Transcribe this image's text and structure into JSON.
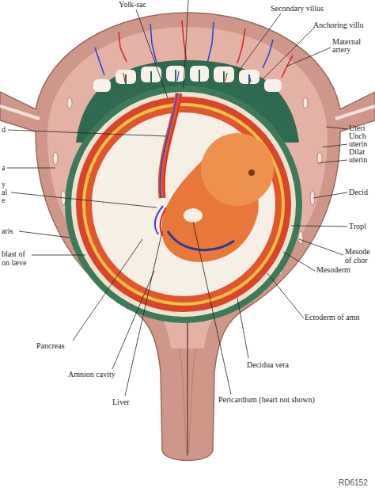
{
  "diagram": {
    "labels": [
      "Yolk-sac",
      "Secondary villus",
      "Anchoring villu",
      "Maternal artery",
      "d",
      "Uteri",
      "Unch",
      "uterin",
      "Dilat",
      "uterin",
      "a",
      "y",
      "al",
      "e",
      "Decid",
      "Tropl",
      "aris",
      "blast of",
      "Mesode",
      "on læve",
      "of chor",
      "Mesoderm",
      "Ectoderm of amn",
      "Pancreas",
      "Decidua vera",
      "Amnion cavity",
      "Liver",
      "Pericardium (heart not shown)",
      "RD6152"
    ]
  }
}
